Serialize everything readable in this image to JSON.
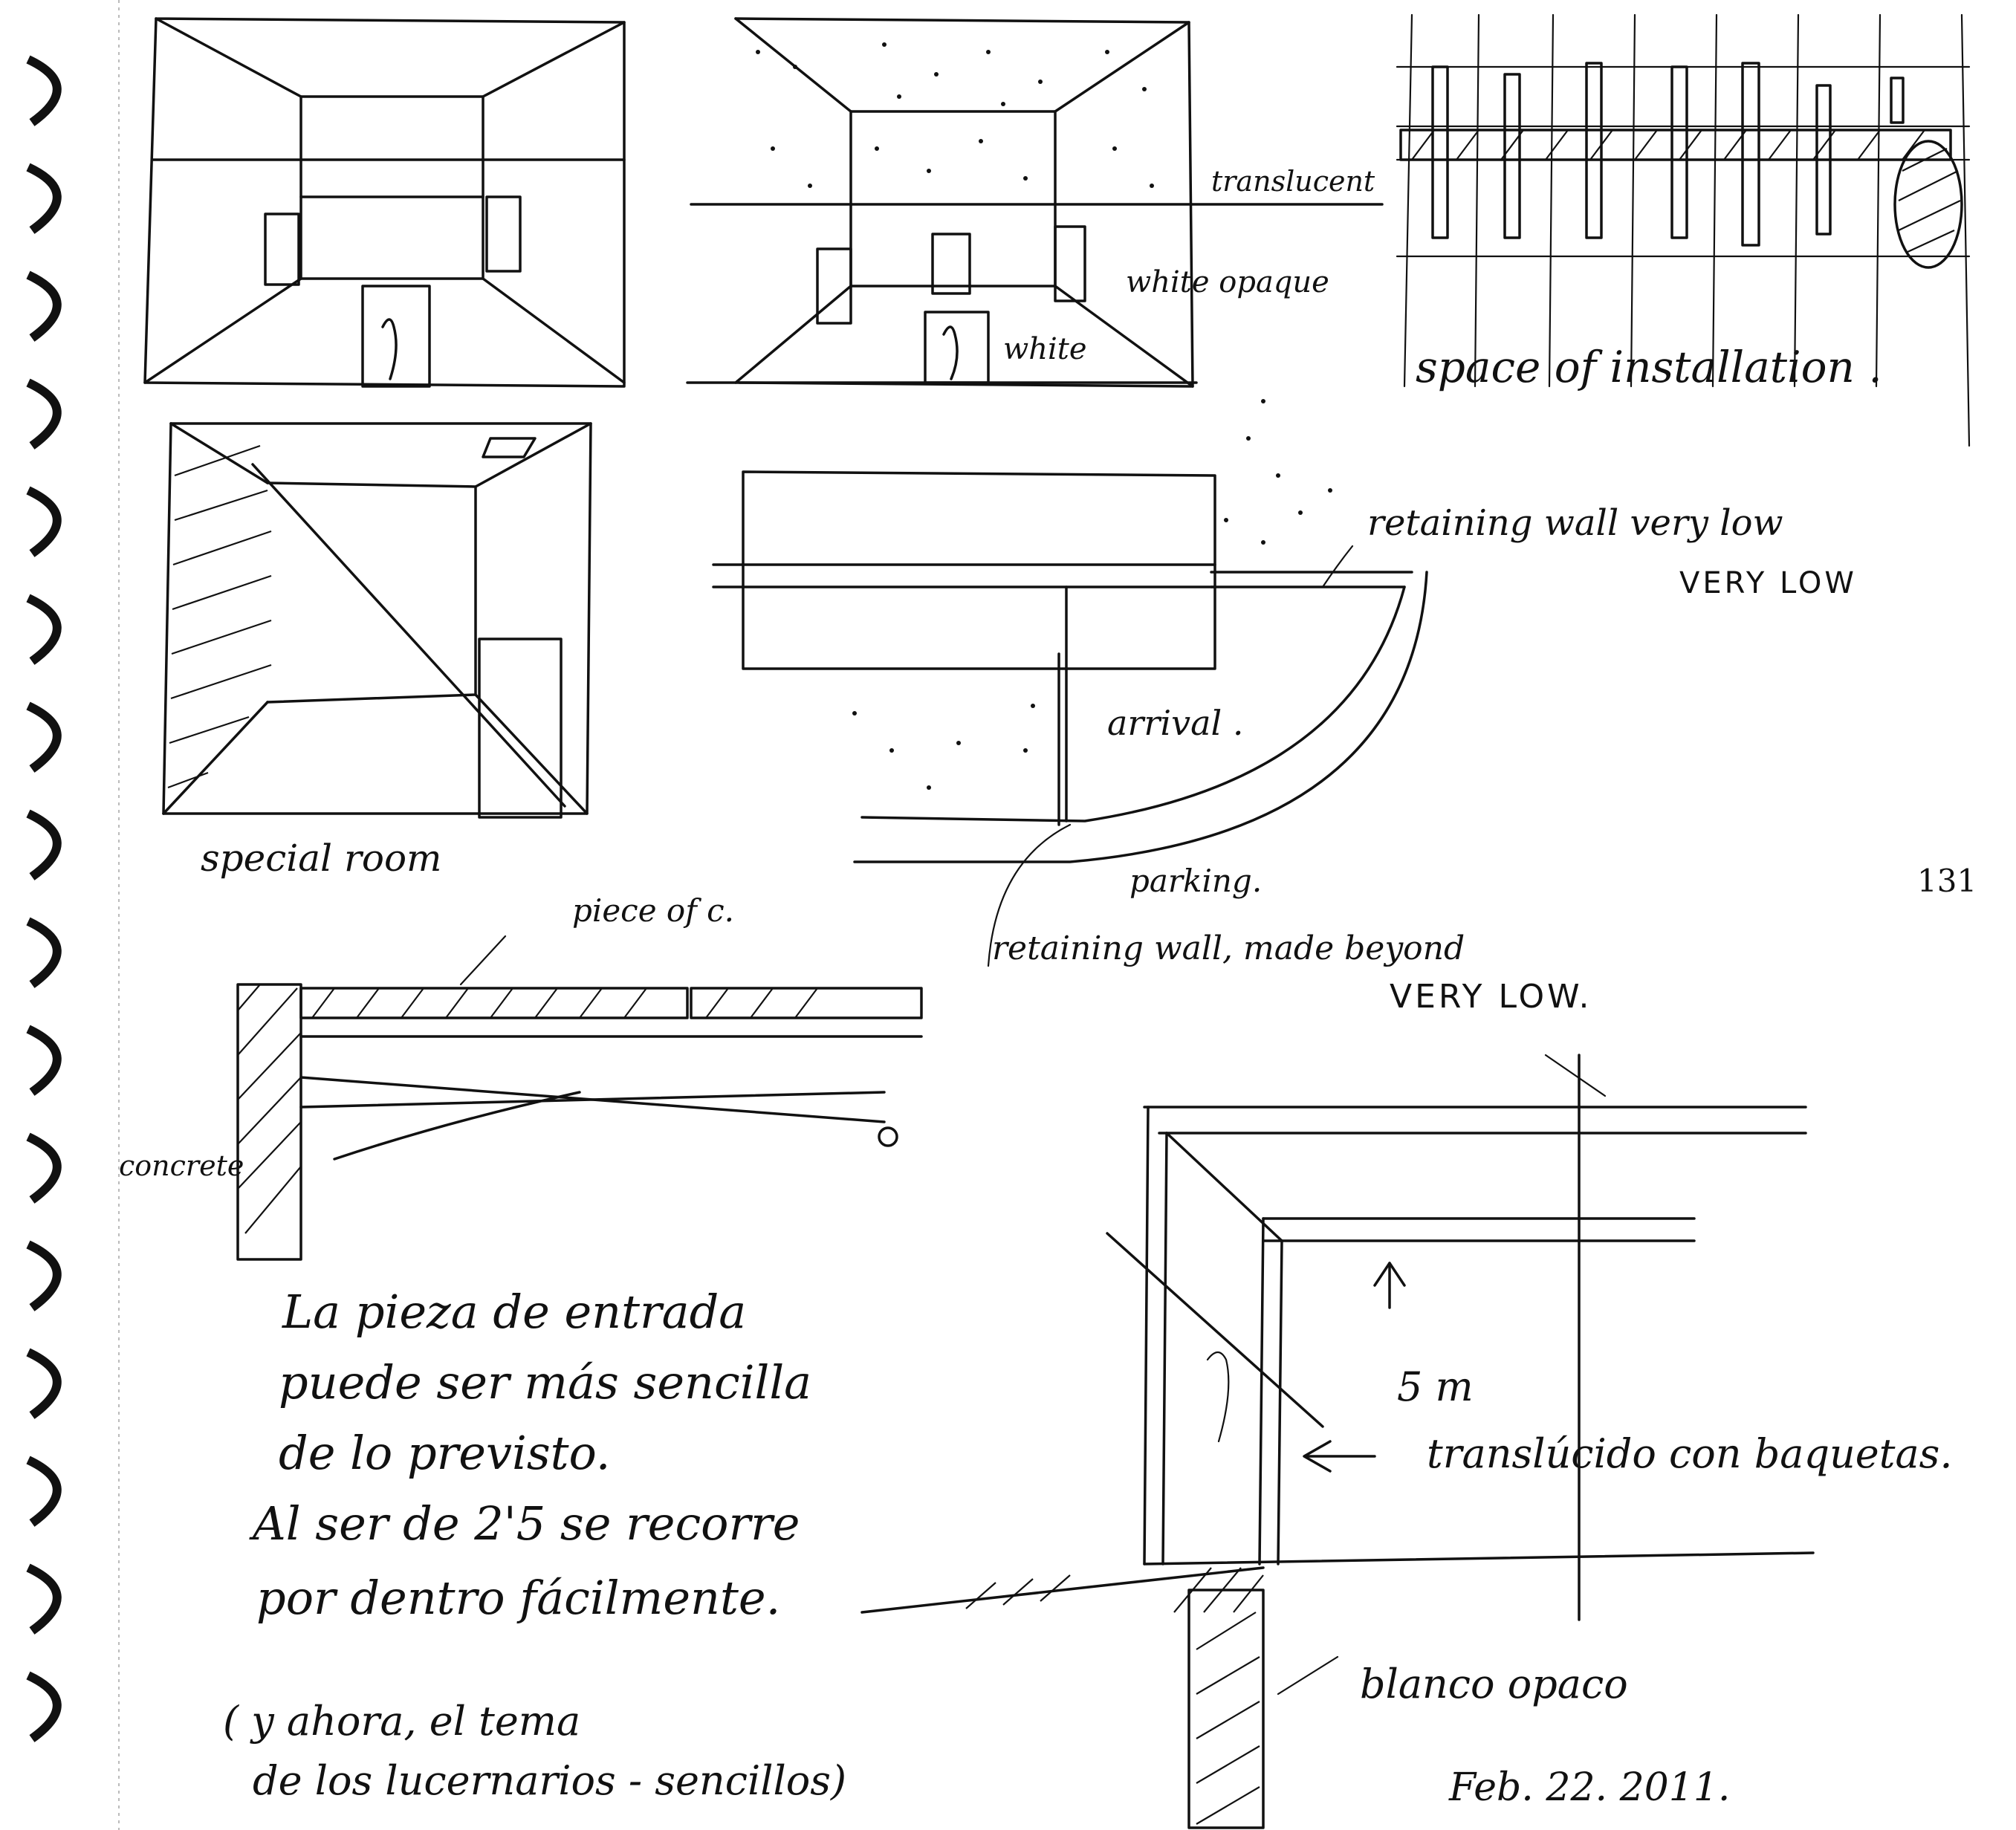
{
  "sketch1": {
    "label_translucent": "translucent",
    "label_white_opaque": "white opaque",
    "label_white": "white"
  },
  "sketch2": {
    "label_space": "space of installation ."
  },
  "sketch3": {
    "label_special_room": "special room"
  },
  "site_plan": {
    "label_retaining_top": "retaining wall very low",
    "label_very_low_top": "VERY LOW",
    "label_arrival": "arrival .",
    "label_parking": "parking.",
    "label_retaining_bottom": "retaining wall, made beyond",
    "label_very_low_bottom": "VERY LOW."
  },
  "page_number": "131",
  "section_left": {
    "label_piece": "piece of c.",
    "label_concrete": "concrete"
  },
  "notes": {
    "line1": "La pieza de entrada",
    "line2": "puede ser más sencilla",
    "line3": "de lo previsto.",
    "line4": "Al ser de 2'5 se recorre",
    "line5": "por dentro fácilmente.",
    "line6": "( y ahora, el tema",
    "line7": "de los lucernarios - sencillos)"
  },
  "section_right": {
    "label_height": "5 m",
    "label_translucent": "translúcido con baquetas.",
    "label_opaque": "blanco opaco"
  },
  "date": "Feb. 22. 2011."
}
